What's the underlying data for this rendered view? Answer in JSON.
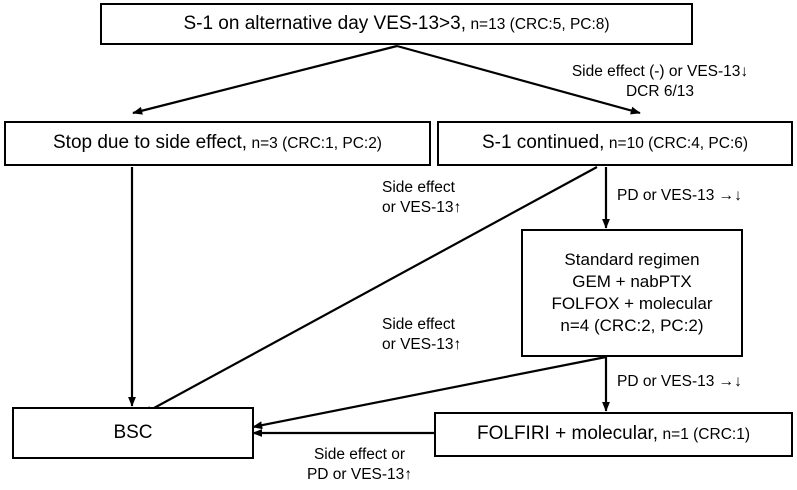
{
  "diagram": {
    "title": "S-1 alternative day treatment flow",
    "stroke_color": "#000000",
    "background_color": "#ffffff",
    "nodes": {
      "top": {
        "main": "S-1 on alternative day VES-13>3,",
        "detail": "n=13 (CRC:5, PC:8)"
      },
      "stop": {
        "main": "Stop due to side effect,",
        "detail": "n=3 (CRC:1, PC:2)"
      },
      "continued": {
        "main": "S-1 continued,",
        "detail": "n=10 (CRC:4, PC:6)"
      },
      "standard": {
        "line1": "Standard regimen",
        "line2": "GEM + nabPTX",
        "line3": "FOLFOX + molecular",
        "line4": "n=4 (CRC:2, PC:2)"
      },
      "folfiri": {
        "main": "FOLFIRI + molecular,",
        "detail": "n=1 (CRC:1)"
      },
      "bsc": {
        "main": "BSC"
      }
    },
    "edge_labels": {
      "top_right": "Side effect (-) or VES-13↓\nDCR 6/13",
      "mid_left_1": "Side effect\nor VES-13↑",
      "mid_left_2": "Side effect\nor VES-13↑",
      "pd_1": "PD or VES-13 →↓",
      "pd_2": "PD or VES-13 →↓",
      "bottom": "Side effect or\nPD or VES-13↑"
    }
  }
}
